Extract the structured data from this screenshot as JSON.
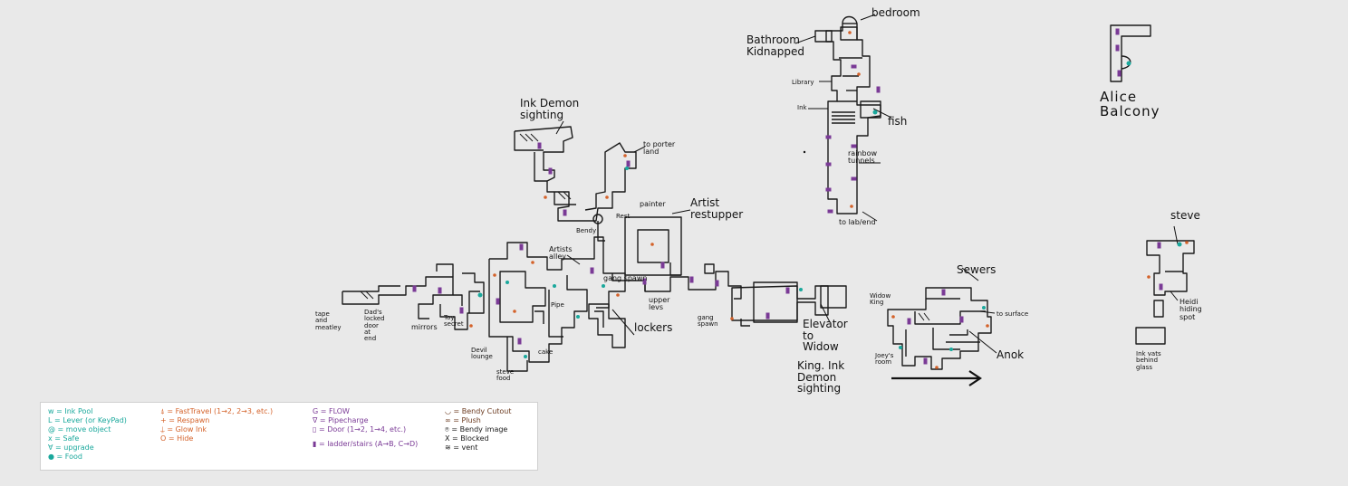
{
  "colors": {
    "background": "#e9e9e9",
    "walls": "#1a1a1a",
    "teal": "#1aa89c",
    "orange": "#d4622a",
    "purple": "#7a3a96",
    "brown": "#6b3a1f"
  },
  "labels": {
    "ink_demon_sighting_top": "Ink Demon\nsighting",
    "teleporter_land": "to porter\nland",
    "painter": "painter",
    "artist_restupper": "Artist\nrestupper",
    "rest": "Rest",
    "bendy": "Bendy",
    "artists_alley": "Artists\nalley",
    "upper_levs": "upper\nlevs",
    "lockers": "lockers",
    "tape_and_meatley": "tape\nand\nmeatley",
    "dads_locked_door": "Dad's\nlocked\ndoor\nat\nend",
    "toy_secret": "Toy\nsecret",
    "mirrors": "mirrors",
    "devil_lounge": "Devil\nlounge",
    "cake": "cake",
    "steve_food": "steve\nfood",
    "pipe": "Pipe",
    "gang_spawn_left": "gang spawn",
    "gang_spawn": "gang\nspawn",
    "bedroom": "bedroom",
    "bathroom_kidnapped": "Bathroom\nKidnapped",
    "library": "Library",
    "ink": "Ink",
    "fish": "fish",
    "rainbow_tunnels": "rainbow\ntunnels",
    "to_lab_end": "to lab/end",
    "alice_balcony": "Alice\nBalcony",
    "steve": "steve",
    "heidi_hiding_spot": "Heidi\nhiding\nspot",
    "ink_vats": "Ink vats\nbehind\nglass",
    "sewers": "Sewers",
    "widow_king": "Widow\nKing",
    "to_surface": "to surface",
    "joeys_room": "Joey's\nroom",
    "anok": "Anok",
    "elevator_to_widow": "Elevator\nto\nWidow",
    "king_ink_demon": "King. Ink\nDemon\nsighting"
  },
  "legend": {
    "col1": [
      {
        "text": "w = Ink Pool",
        "color": "#1aa89c"
      },
      {
        "text": "L = Lever (or KeyPad)",
        "color": "#1aa89c"
      },
      {
        "text": "@ = move object",
        "color": "#1aa89c"
      },
      {
        "text": "x = Safe",
        "color": "#1aa89c"
      },
      {
        "text": "∀ = upgrade",
        "color": "#1aa89c"
      },
      {
        "text": "● = Food",
        "color": "#1aa89c"
      }
    ],
    "col2": [
      {
        "text": "⍋ = FastTravel (1→2, 2→3, etc.)",
        "color": "#d4622a"
      },
      {
        "text": "+ = Respawn",
        "color": "#d4622a"
      },
      {
        "text": "⍊ = Glow Ink",
        "color": "#d4622a"
      },
      {
        "text": "O = Hide",
        "color": "#d4622a"
      }
    ],
    "col3": [
      {
        "text": "G = FLOW",
        "color": "#7a3a96"
      },
      {
        "text": "∇ = Pipecharge",
        "color": "#7a3a96"
      },
      {
        "text": "▯ = Door (1→2, 1→4, etc.)",
        "color": "#7a3a96"
      },
      {
        "text": "▮ = ladder/stairs (A→B, C→D)",
        "color": "#7a3a96"
      }
    ],
    "col4": [
      {
        "text": "◡ = Bendy Cutout",
        "color": "#6b3a1f"
      },
      {
        "text": "∞ = Plush",
        "color": "#6b3a1f"
      },
      {
        "text": "⍟ = Bendy image",
        "color": "#1a1a1a"
      },
      {
        "text": "X = Blocked",
        "color": "#1a1a1a"
      },
      {
        "text": "≋ = vent",
        "color": "#1a1a1a"
      }
    ]
  }
}
